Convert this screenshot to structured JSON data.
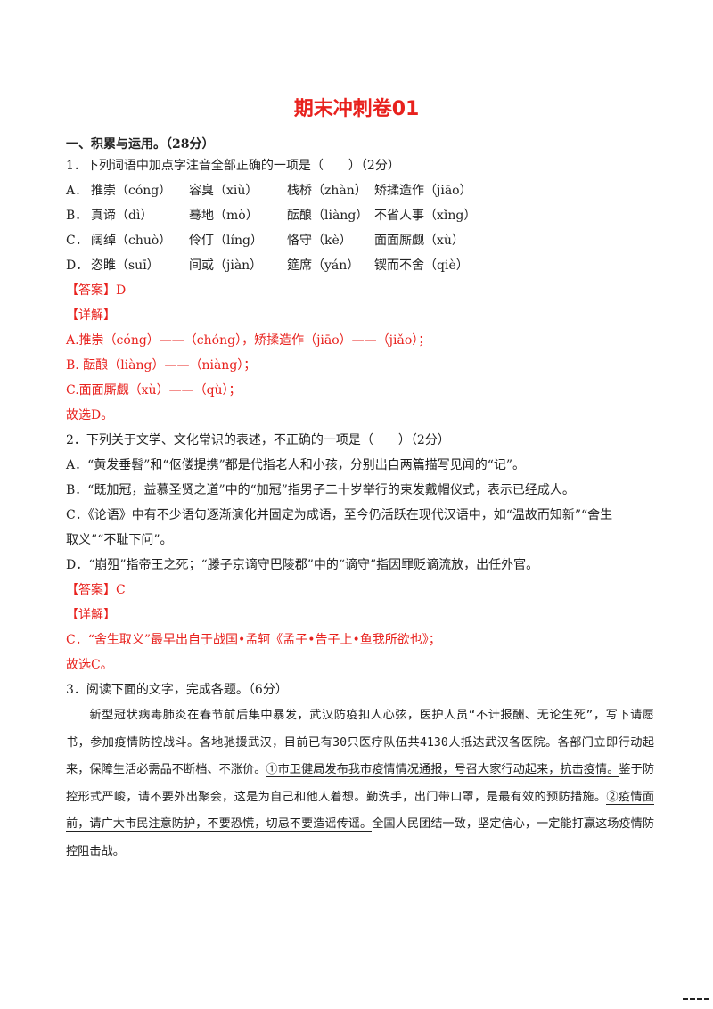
{
  "title": "期末冲刺卷01",
  "section1": "一、积累与运用。（28分）",
  "q1": {
    "stem": "1．下列词语中加点字注音全部正确的一项是（　　）（2分）",
    "options": [
      {
        "label": "A．",
        "items": [
          "推崇（cóng）",
          "容臭（xiù）",
          "栈桥（zhàn）",
          "矫揉造作（jiāo）"
        ]
      },
      {
        "label": "B．",
        "items": [
          "真谛（dì）",
          "蓦地（mò）",
          "酝酿（liàng）",
          "不省人事（xǐng）"
        ]
      },
      {
        "label": "C．",
        "items": [
          "阔绰（chuò）",
          "伶仃（líng）",
          "恪守（kè）",
          "面面厮觑（xù）"
        ]
      },
      {
        "label": "D．",
        "items": [
          "恣睢（suī）",
          "间或（jiàn）",
          "筵席（yán）",
          "锲而不舍（qiè）"
        ]
      }
    ],
    "answer": "【答案】D",
    "explain_head": "【详解】",
    "explain": [
      "A.推崇（cóng）——（chóng），矫揉造作（jiāo）——（jiǎo）；",
      "B. 酝酿（liàng）——（niàng）；",
      "C.面面厮觑（xù）——（qù）；"
    ],
    "conclusion": "故选D。"
  },
  "q2": {
    "stem": "2．下列关于文学、文化常识的表述，不正确的一项是（　　）（2分）",
    "a": "A．“黄发垂髫”和“伛偻提携”都是代指老人和小孩，分别出自两篇描写见闻的“记”。",
    "b": "B．“既加冠，益慕圣贤之道”中的“加冠”指男子二十岁举行的束发戴帽仪式，表示已经成人。",
    "c1": "C．《论语》中有不少语句逐渐演化并固定为成语，至今仍活跃在现代汉语中，如“温故而知新”“舍生",
    "c2": "取义”“不耻下问”。",
    "d": "D．“崩殂”指帝王之死；“滕子京谪守巴陵郡”中的“谪守”指因罪贬谪流放，出任外官。",
    "answer": "【答案】C",
    "explain_head": "【详解】",
    "explain": "C．“舍生取义”最早出自于战国•孟轲《孟子•告子上•鱼我所欲也》；",
    "conclusion": "故选C。"
  },
  "q3": {
    "stem": "3．阅读下面的文字，完成各题。（6分）",
    "p1": "新型冠状病毒肺炎在春节前后集中暴发，武汉防疫扣人心弦，医护人员“不计报酬、无论生死”，写下请愿书，参加疫情防控战斗。各地驰援武汉，目前已有30只医疗队伍共4130人抵达武汉各医院。各部门立即行动起来，保障生活必需品不断档、不涨价。",
    "s1": "①市卫健局发布我市疫情情况通报，号召大家行动起来，抗击疫情。",
    "p2": "鉴于防控形式严峻，请不要外出聚会，这是为自己和他人着想。勤洗手，出门带口罩，是最有效的预防措施。",
    "s2": "②疫情面前，请广大市民注意防护，不要恐慌，切忌不要造谣传谣。",
    "p3": "全国人民团结一致，坚定信心，一定能打赢这场疫情防控阻击战。"
  }
}
